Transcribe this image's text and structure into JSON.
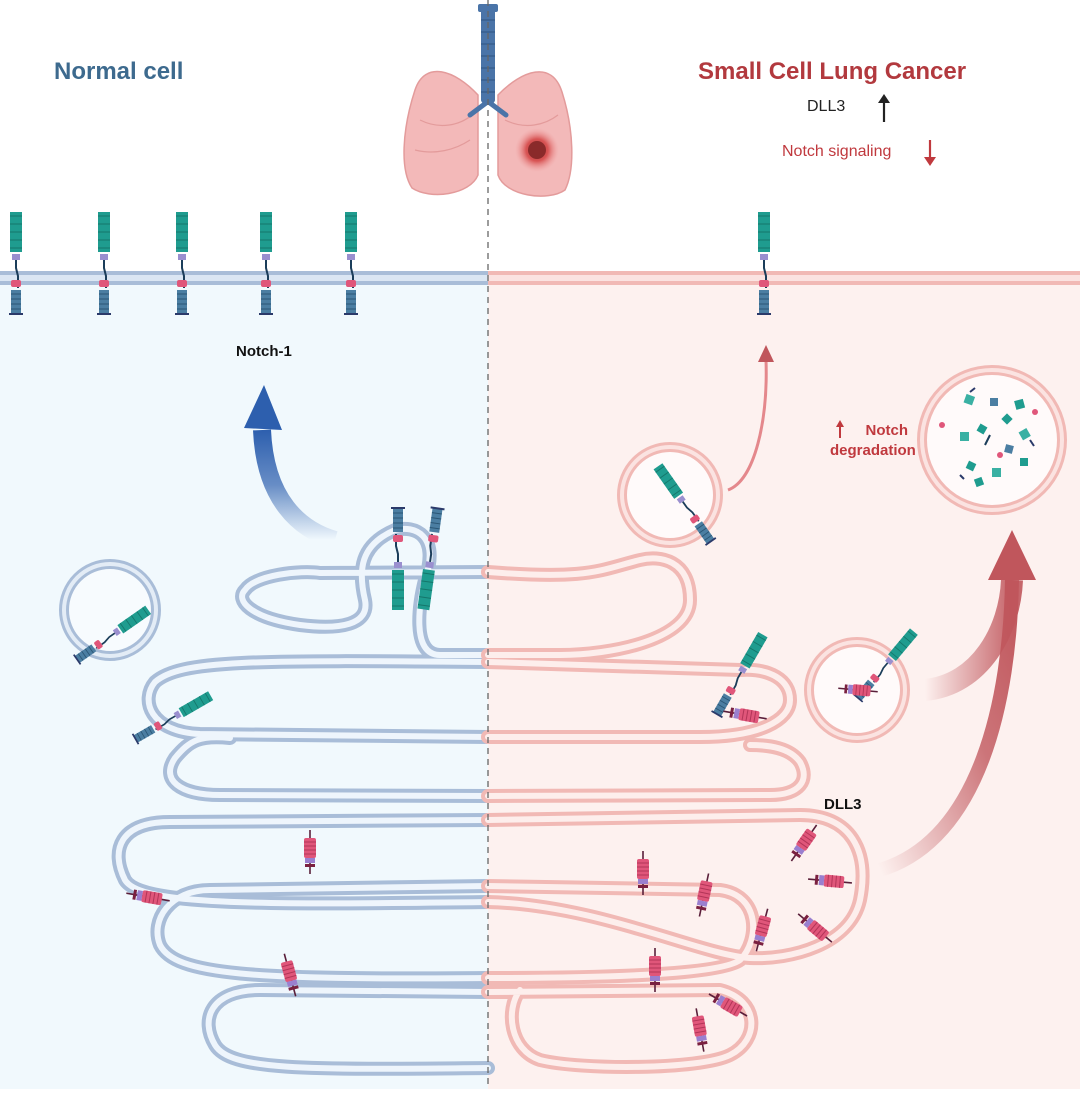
{
  "labels": {
    "normal_cell": "Normal cell",
    "sclc": "Small Cell Lung Cancer",
    "dll3_up": "DLL3",
    "notch_signaling_down": "Notch signaling",
    "notch1": "Notch-1",
    "notch_degradation": "Notch degradation",
    "dll3": "DLL3"
  },
  "colors": {
    "normal_bg": "#f1f9fd",
    "cancer_bg": "#fdf1ef",
    "normal_membrane": "#a9bdd8",
    "cancer_membrane": "#f4c6c3",
    "notch_teal": "#1f9c8f",
    "notch_blue": "#4b7ea2",
    "dll3_red": "#d94a6a",
    "normal_arrow": "#2d5fae",
    "cancer_arrow": "#c0565c"
  },
  "icons": {
    "lungs": "lungs-with-tumor-icon",
    "up_arrow": "arrow-up-icon",
    "down_arrow": "arrow-down-icon"
  }
}
